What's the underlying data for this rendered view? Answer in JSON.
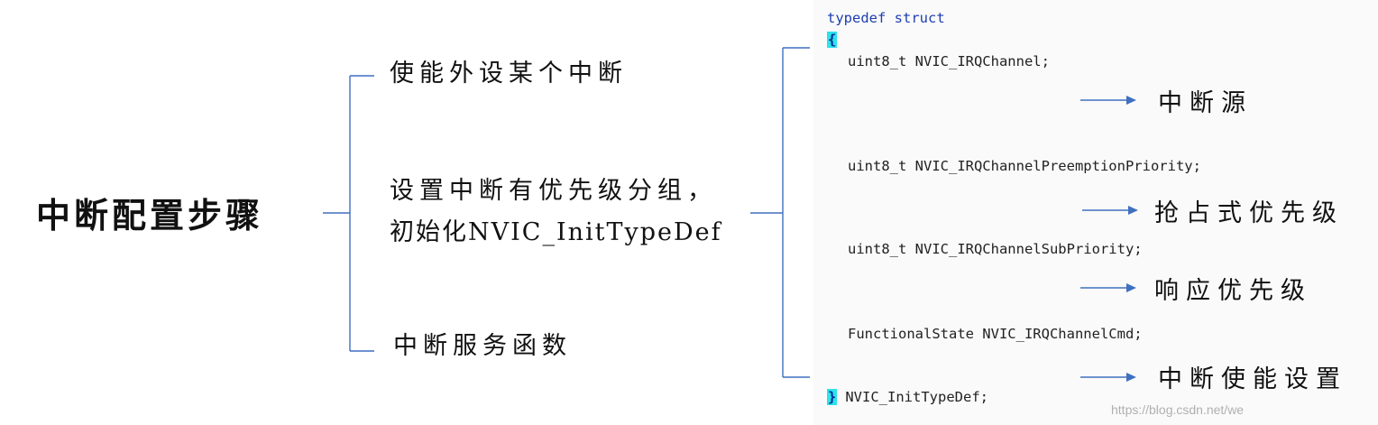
{
  "root": {
    "label": "中断配置步骤"
  },
  "branches": [
    {
      "label": "使能外设某个中断"
    },
    {
      "line1": "设置中断有优先级分组，",
      "line2": "初始化NVIC_InitTypeDef"
    },
    {
      "label": "中断服务函数"
    }
  ],
  "code": {
    "header_keyword": "typedef struct",
    "open_brace": "{",
    "fields": [
      {
        "text": "uint8_t NVIC_IRQChannel;",
        "annotation": "中断源"
      },
      {
        "text": "uint8_t NVIC_IRQChannelPreemptionPriority;",
        "annotation": "抢占式优先级"
      },
      {
        "text": "uint8_t NVIC_IRQChannelSubPriority;",
        "annotation": "响应优先级"
      },
      {
        "text": "FunctionalState NVIC_IRQChannelCmd;",
        "annotation": "中断使能设置"
      }
    ],
    "close_brace": "}",
    "footer": "NVIC_InitTypeDef;"
  },
  "watermark": "https://blog.csdn.net/we",
  "colors": {
    "connector": "#3f6fc0",
    "brace_highlight": "#2be3ea",
    "keyword": "#1f3fb0"
  }
}
